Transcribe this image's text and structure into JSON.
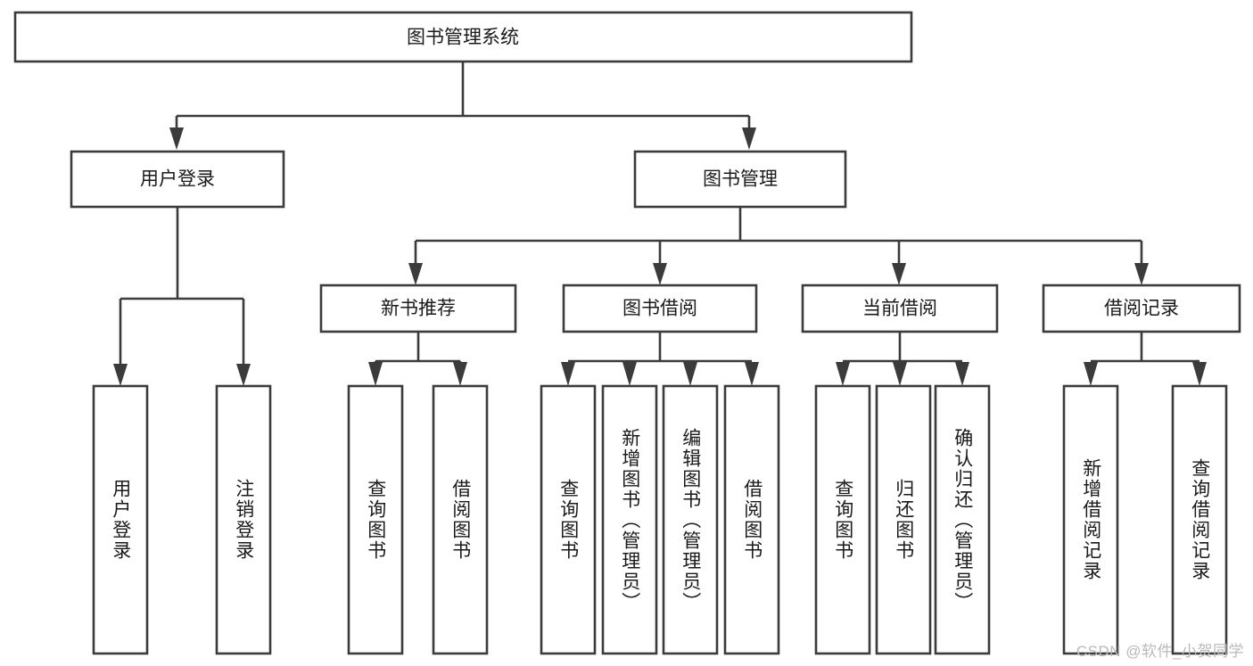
{
  "diagram": {
    "title": "图书管理系统",
    "type": "hierarchy-tree",
    "watermark": "CSDN @软件_小贺同学",
    "colors": {
      "background": "#ffffff",
      "box_fill": "#ffffff",
      "box_stroke": "#3b3b3b",
      "text": "#1a1a1a",
      "watermark": "#b9b9b9"
    },
    "root": {
      "label": "图书管理系统"
    },
    "level2": [
      {
        "id": "user-login",
        "label": "用户登录"
      },
      {
        "id": "book-management",
        "label": "图书管理"
      }
    ],
    "level3": [
      {
        "id": "new-book-recommend",
        "label": "新书推荐"
      },
      {
        "id": "book-borrow",
        "label": "图书借阅"
      },
      {
        "id": "current-borrow",
        "label": "当前借阅"
      },
      {
        "id": "borrow-record",
        "label": "借阅记录"
      }
    ],
    "leaves": {
      "user-login": [
        {
          "id": "leaf-user-login",
          "label": "用户登录"
        },
        {
          "id": "leaf-logout-login",
          "label": "注销登录"
        }
      ],
      "new-book-recommend": [
        {
          "id": "leaf-query-book-1",
          "label": "查询图书"
        },
        {
          "id": "leaf-borrow-book-1",
          "label": "借阅图书"
        }
      ],
      "book-borrow": [
        {
          "id": "leaf-query-book-2",
          "label": "查询图书"
        },
        {
          "id": "leaf-add-book-admin",
          "label": "新增图书（管理员）"
        },
        {
          "id": "leaf-edit-book-admin",
          "label": "编辑图书（管理员）"
        },
        {
          "id": "leaf-borrow-book-2",
          "label": "借阅图书"
        }
      ],
      "current-borrow": [
        {
          "id": "leaf-query-book-3",
          "label": "查询图书"
        },
        {
          "id": "leaf-return-book",
          "label": "归还图书"
        },
        {
          "id": "leaf-confirm-return-admin",
          "label": "确认归还（管理员）"
        }
      ],
      "borrow-record": [
        {
          "id": "leaf-add-borrow-record",
          "label": "新增借阅记录"
        },
        {
          "id": "leaf-query-borrow-record",
          "label": "查询借阅记录"
        }
      ]
    }
  }
}
